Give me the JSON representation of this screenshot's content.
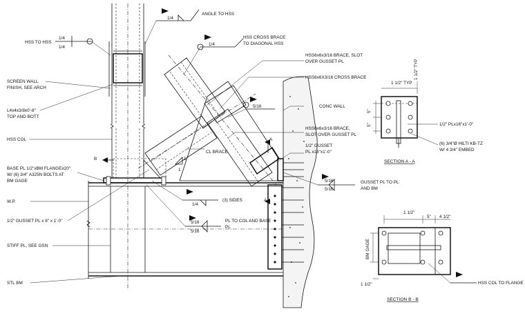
{
  "labels": {
    "angle_to_hss": "ANGLE TO HSS",
    "hss_to_hss": "HSS TO HSS",
    "hss_cross_brace_to_diag_1": "HSS CROSS BRACE",
    "hss_cross_brace_to_diag_2": "TO DIAGONAL HSS",
    "brace_slot_1": "HSS6x6x3/16 BRACE, SLOT",
    "brace_slot_2": "OVER GUSSET PL",
    "cross_brace": "HSS6x6X3/16 CROSS BRACE",
    "screen_wall_1": "SCREEN WALL",
    "screen_wall_2": "FINISH, SEE ARCH",
    "angle_top_bott_1": "L4x4x3/8x0'-8\"",
    "angle_top_bott_2": "TOP AND BOTT",
    "conc_wall": "CONC WALL",
    "brace_slot_b_1": "HSS6x6x3/16 BRACE,",
    "brace_slot_b_2": "SLOT OVER GUSSET PL",
    "hss_col": "HSS COL",
    "cl_brace": "CL BRACE",
    "gusset_half_1": "1/2\" GUSSET",
    "gusset_half_2": "PL x16\"x1'-0\"",
    "base_pl_1": "BASE PL 1/2\"xBM FLANGEx20\"",
    "base_pl_2": "W/ (6) 3/4\" A325N BOLTS AT",
    "base_pl_3": "BM GAGE",
    "gusset_to_pl_1": "GUSSET PL TO PL",
    "gusset_to_pl_2": "AND BM",
    "wp": "W.P.",
    "three_sides": "(3) SIDES",
    "gusset_8_12": "1/2\" GUSSET PL x 8\" x 1'-0\"",
    "pl_to_col_1": "PL TO COL AND BASE",
    "pl_to_col_2": "PL",
    "stiff_pl": "STIFF PL, SEE GSN",
    "stl_bm": "STL BM",
    "pl_16_12": "1/2\" PLx16\"x1'-0\"",
    "hilti_1": "(6) 3/4\"Ø HILTI KB-TZ",
    "hilti_2": "W/ 4 3/4\" EMBED",
    "hss_col_flange": "HSS COL TO FLANGE",
    "bm_gage": "BM GAGE"
  },
  "sections": {
    "aa": "SECTION A - A",
    "bb": "SECTION B - B",
    "mark_a": "A",
    "mark_b": "B"
  },
  "weld_sizes": {
    "w_quarter": "1/4",
    "w_five_sixteenths": "5/16"
  },
  "dims": {
    "typ": "1 1/2\" TYP",
    "five_in": "5\"",
    "one_half": "1 1/2\"",
    "four_half": "4 1/2\"",
    "one": "1"
  }
}
